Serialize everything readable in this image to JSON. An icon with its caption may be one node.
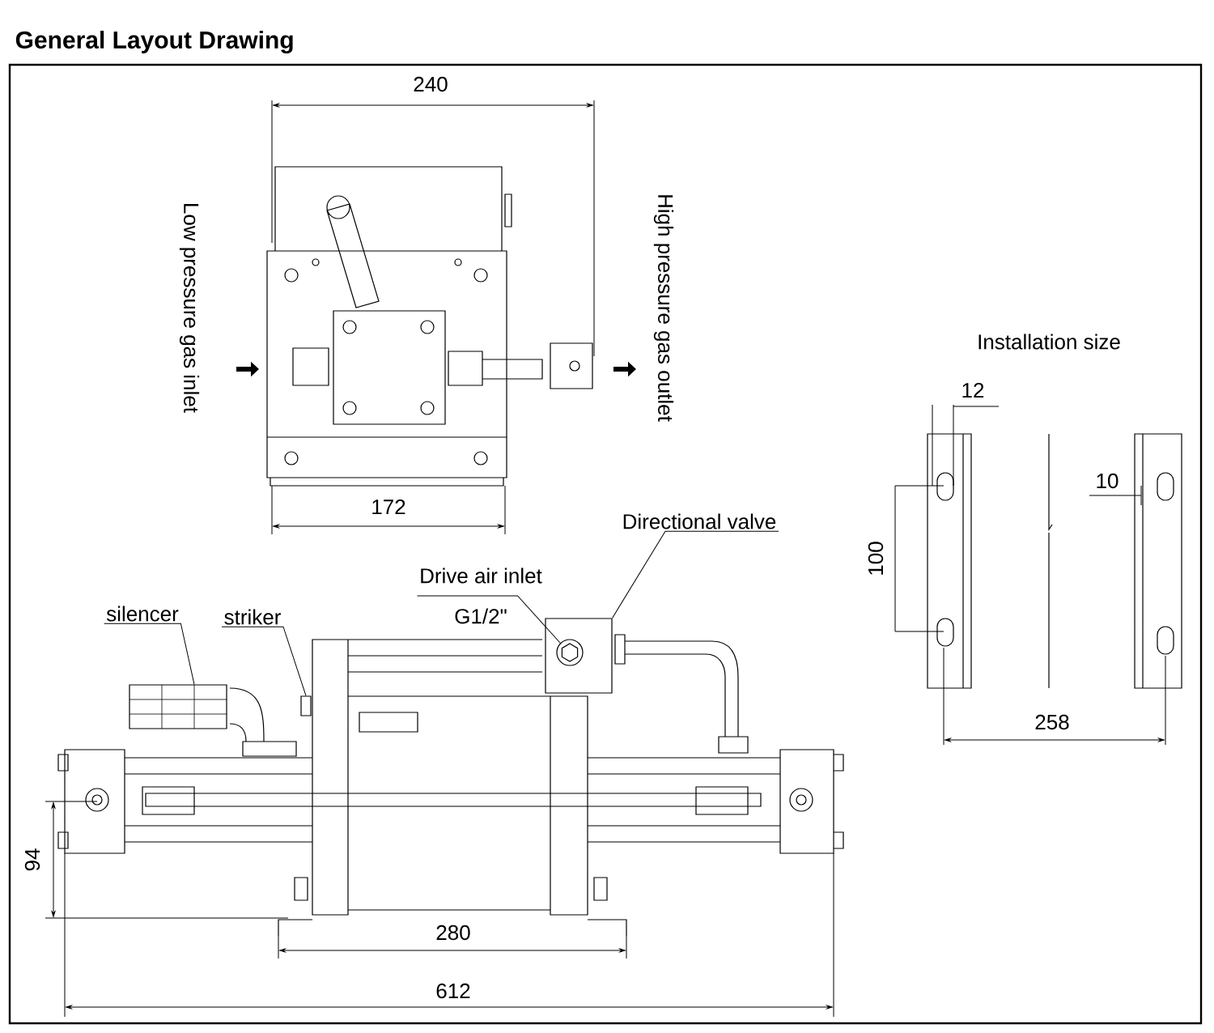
{
  "diagram": {
    "title": "General Layout Drawing",
    "nodes": [
      {
        "text": [
          "silencer"
        ]
      },
      {
        "text": [],
        "shape": "box"
      },
      {
        "text": [
          "striker"
        ]
      },
      {
        "text": [],
        "shape": "box"
      },
      {
        "text": [
          "Drive air inlet",
          "G1/2\""
        ]
      },
      {
        "text": [],
        "shape": "circle",
        "in": 7
      },
      {
        "text": [
          "Directional valve"
        ]
      },
      {
        "text": [],
        "shape": "box"
      }
    ],
    "edges": [
      {
        "from": 0,
        "to": 1,
        "arrow": "none"
      },
      {
        "from": 2,
        "to": 3,
        "arrow": "none"
      },
      {
        "from": 4,
        "to": 5,
        "arrow": "none"
      },
      {
        "from": 6,
        "to": 7,
        "arrow": "none"
      }
    ],
    "labels": [
      "240",
      "Low pressure gas inlet",
      "High pressure gas outlet",
      "172",
      "Installation size",
      "12",
      "10",
      "100",
      "258",
      "94",
      "280",
      "612"
    ]
  }
}
